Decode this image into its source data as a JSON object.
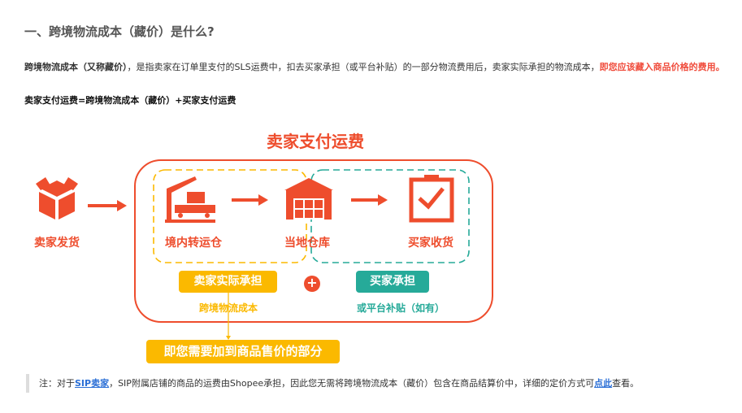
{
  "heading": "一、跨境物流成本（藏价）是什么?",
  "definition": {
    "term": "跨境物流成本（又称藏价）",
    "body": "，是指卖家在订单里支付的SLS运费中，扣去买家承担（或平台补贴）的一部分物流费用后，卖家实际承担的物流成本，",
    "highlight": "即您应该藏入商品价格的费用。"
  },
  "formula": "卖家支付运费=跨境物流成本（藏价）+买家支付运费",
  "diagram": {
    "title": "卖家支付运费",
    "steps": [
      "卖家发货",
      "境内转运仓",
      "当地仓库",
      "买家收货"
    ],
    "seller_badge": "卖家实际承担",
    "seller_sub": "跨境物流成本",
    "plus": "+",
    "buyer_badge": "买家承担",
    "buyer_sub": "或平台补贴（如有）",
    "result": "即您需要加到商品售价的部分",
    "colors": {
      "red": "#ee4d2d",
      "yellow": "#fbb900",
      "teal": "#26aa99"
    }
  },
  "note": {
    "prefix": "注：对于",
    "link1": "SIP卖家",
    "middle": "，SIP附属店铺的商品的运费由Shopee承担，因此您无需将跨境物流成本（藏价）包含在商品结算价中，详细的定价方式可",
    "link2": "点此",
    "suffix": "查看。"
  }
}
